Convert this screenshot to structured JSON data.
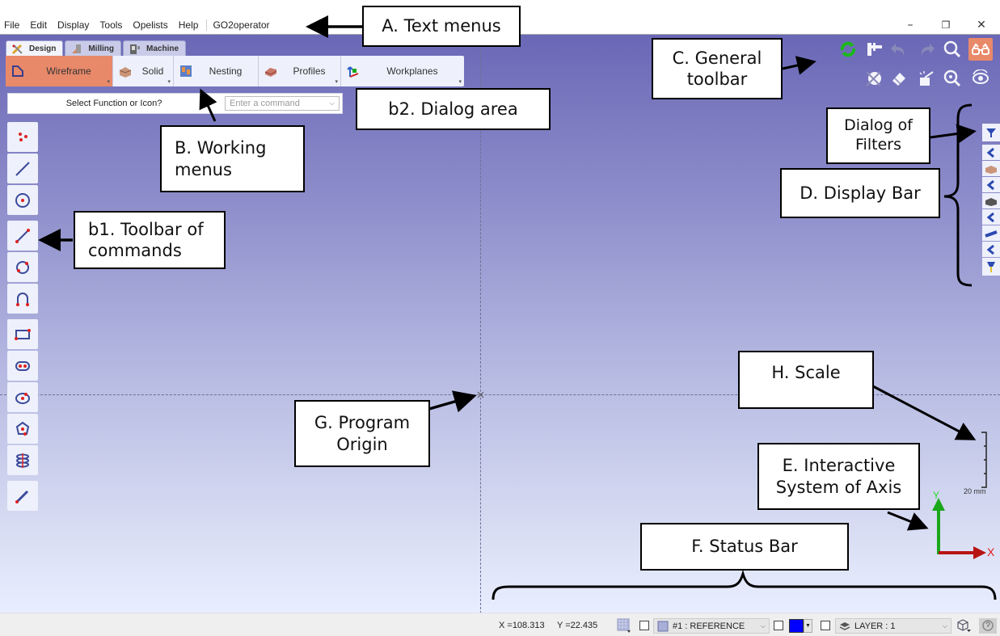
{
  "menubar": {
    "items": [
      "File",
      "Edit",
      "Display",
      "Tools",
      "Opelists",
      "Help",
      "GO2operator"
    ]
  },
  "window_controls": {
    "minimize": "–",
    "restore": "❐",
    "close": "✕"
  },
  "module_tabs": [
    {
      "label": "Design",
      "icon": "design-pencil-icon",
      "active": true
    },
    {
      "label": "Milling",
      "icon": "milling-icon",
      "active": false
    },
    {
      "label": "Machine",
      "icon": "machine-icon",
      "active": false
    }
  ],
  "working_menus": [
    {
      "label": "Wireframe",
      "icon": "wireframe-icon",
      "active": true,
      "dropdown": true
    },
    {
      "label": "Solid",
      "icon": "solid-icon",
      "active": false,
      "dropdown": true
    },
    {
      "label": "Nesting",
      "icon": "nesting-icon",
      "active": false,
      "dropdown": false
    },
    {
      "label": "Profiles",
      "icon": "profiles-icon",
      "active": false,
      "dropdown": true
    },
    {
      "label": "Workplanes",
      "icon": "workplanes-icon",
      "active": false,
      "dropdown": true
    }
  ],
  "dialog": {
    "title": "Select Function or Icon?",
    "command_placeholder": "Enter a command"
  },
  "command_toolbar": [
    "points-icon",
    "line-icon",
    "circle-center-icon",
    "two-point-line-icon",
    "arc-circle-icon",
    "arc-icon",
    "rectangle-icon",
    "slot-icon",
    "ellipse-icon",
    "polygon-icon",
    "spiral-icon",
    "pen-sketch-icon"
  ],
  "general_toolbar": {
    "row1": [
      "regenerate-icon",
      "measure-caliper-icon",
      "undo-icon",
      "redo-icon",
      "zoom-icon",
      "glasses-view-icon"
    ],
    "row2": [
      "appearance-tools-icon",
      "eraser-icon",
      "magic-wand-icon",
      "zoom-fit-icon",
      "rotate-view-eye-icon"
    ],
    "active": "glasses-view-icon"
  },
  "display_bar": [
    "filter-icon",
    "collapse-chevron-icon",
    "solid-block-icon",
    "collapse-chevron-icon",
    "stock-block-icon",
    "collapse-chevron-icon",
    "tube-icon",
    "collapse-chevron-icon",
    "tool-holder-icon"
  ],
  "scale": {
    "label": "20 mm"
  },
  "axis_system": {
    "x_label": "X",
    "y_label": "Y",
    "x_color": "#c81414",
    "y_color": "#1aa81a"
  },
  "status_bar": {
    "x_coord": "X =108.313",
    "y_coord": "Y =22.435",
    "reference": "#1 : REFERENCE",
    "color": "#0000ff",
    "layer": "LAYER : 1"
  },
  "colors": {
    "accent_active": "#e8896a",
    "viewport_top": "#6a68b6",
    "viewport_bottom": "#e8eeff"
  },
  "annotations": {
    "a": "A. Text menus",
    "b": "B. Working menus",
    "b1": "b1. Toolbar of commands",
    "b2": "b2. Dialog area",
    "c": "C. General toolbar",
    "dialog_filters": "Dialog of Filters",
    "d": "D. Display Bar",
    "e": "E. Interactive System of Axis",
    "f": "F. Status Bar",
    "g": "G. Program Origin",
    "h": "H. Scale"
  }
}
